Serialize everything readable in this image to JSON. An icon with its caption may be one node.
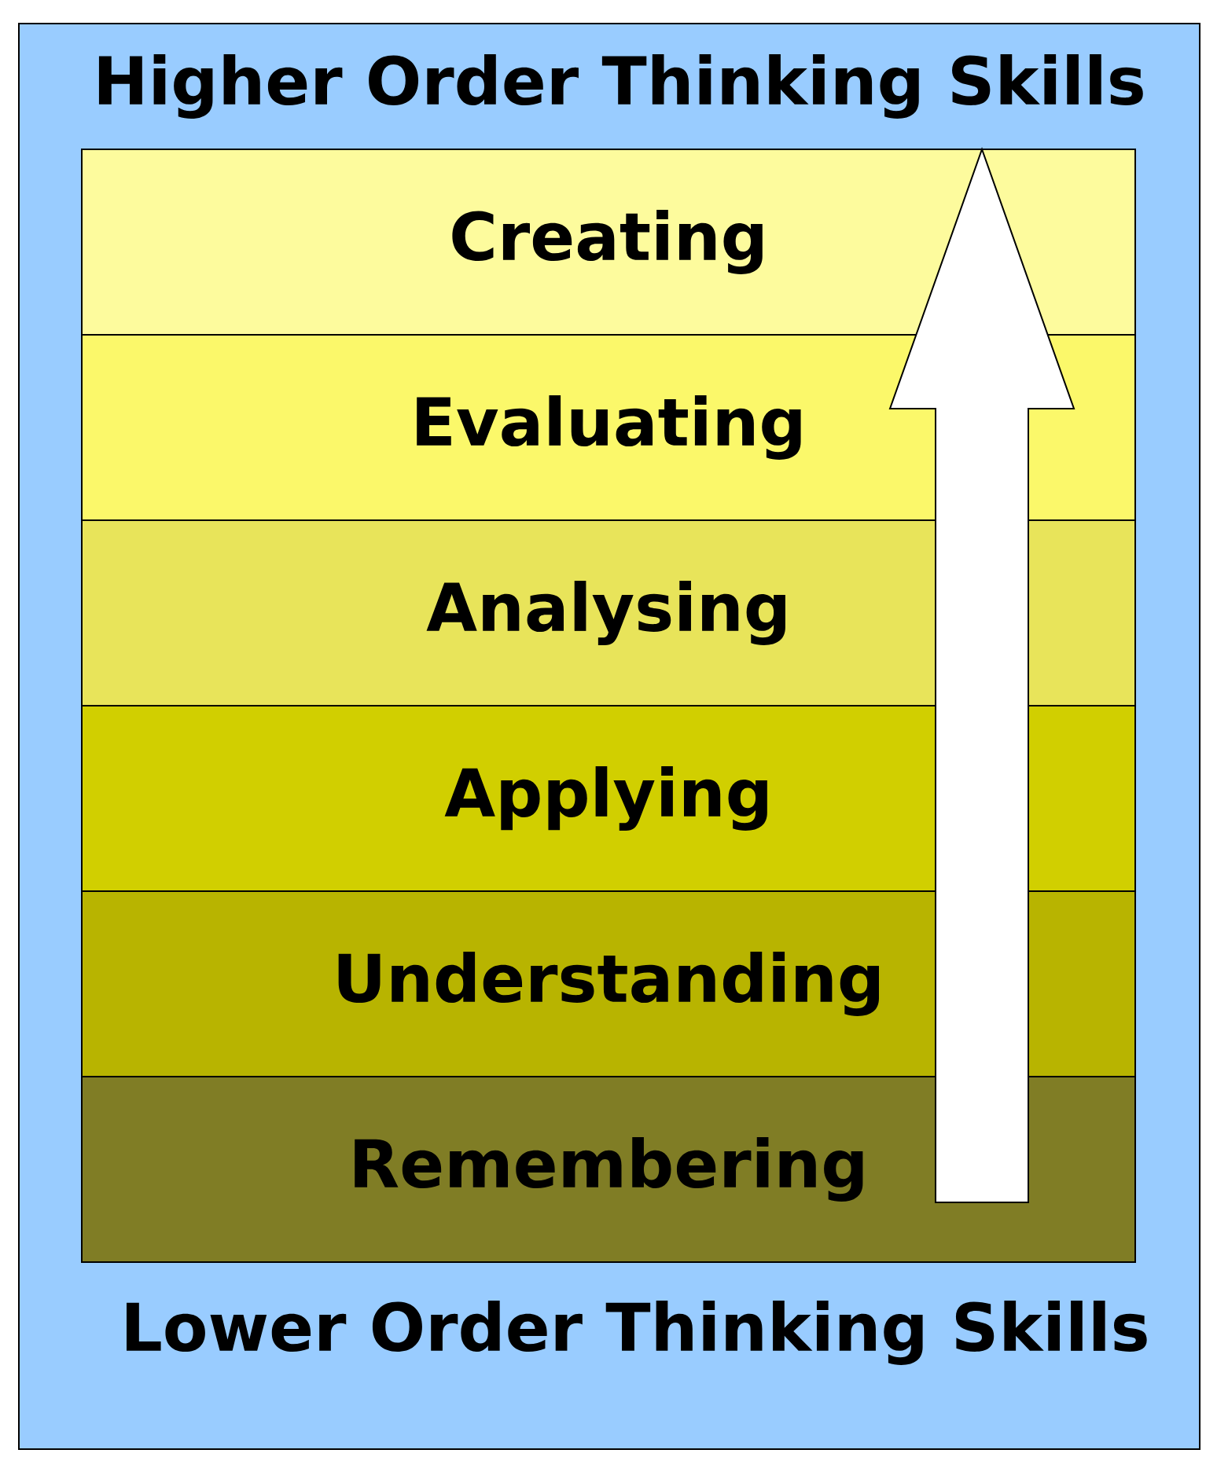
{
  "diagram": {
    "nodes": [
      {
        "text": [
          "Higher Order Thinking Skills",
          "Lower Order Thinking Skills"
        ]
      },
      {
        "text": [
          "Creating"
        ],
        "in": 0
      },
      {
        "text": [
          "Evaluating"
        ],
        "in": 0
      },
      {
        "text": [
          "Analysing"
        ],
        "in": 0
      },
      {
        "text": [
          "Applying"
        ],
        "in": 0
      },
      {
        "text": [
          "Understanding"
        ],
        "in": 0
      },
      {
        "text": [
          "Remembering"
        ],
        "in": 0
      }
    ],
    "edges": [
      {
        "from": 6,
        "to": 1,
        "arrow": "to"
      }
    ]
  }
}
